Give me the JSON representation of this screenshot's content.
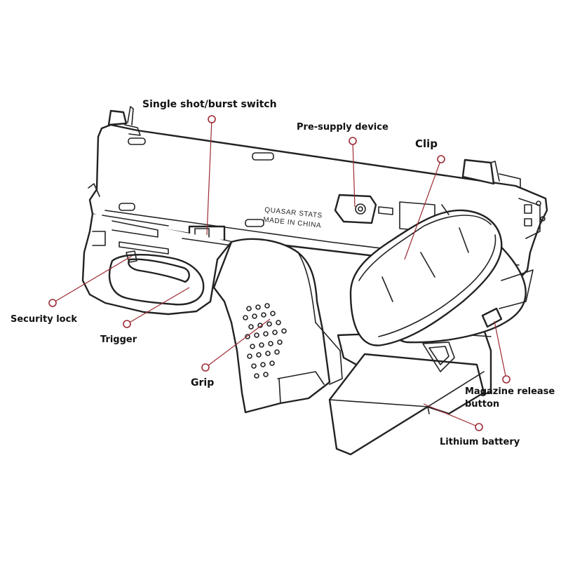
{
  "labels": {
    "single_shot_burst_switch": "Single shot/burst switch",
    "pre_supply_device": "Pre-supply device",
    "clip": "Clip",
    "security_lock": "Security lock",
    "trigger": "Trigger",
    "grip": "Grip",
    "magazine_release_line1": "Magazine release",
    "magazine_release_line2": "button",
    "lithium_battery": "Lithium battery"
  },
  "engraving": {
    "line1": "QUASAR STATS",
    "line2": "MADE IN CHINA"
  },
  "colors": {
    "leader_line": "#9c2b33",
    "outline": "#222222",
    "background": "#ffffff"
  }
}
